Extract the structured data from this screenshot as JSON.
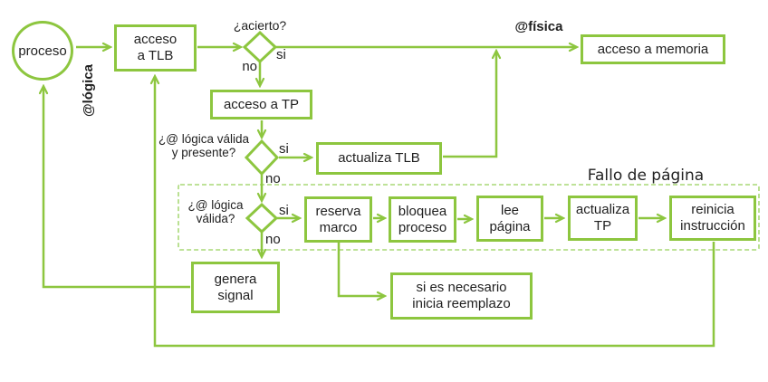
{
  "nodes": {
    "proceso": {
      "label": "proceso"
    },
    "acceso_tlb": {
      "lines": [
        "acceso",
        "a TLB"
      ]
    },
    "acceso_memoria": {
      "label": "acceso a memoria"
    },
    "acceso_tp": {
      "label": "acceso a TP"
    },
    "actualiza_tlb": {
      "label": "actualiza TLB"
    },
    "reserva_marco": {
      "lines": [
        "reserva",
        "marco"
      ]
    },
    "bloquea_proceso": {
      "lines": [
        "bloquea",
        "proceso"
      ]
    },
    "lee_pagina": {
      "lines": [
        "lee",
        "página"
      ]
    },
    "actualiza_tp": {
      "lines": [
        "actualiza",
        "TP"
      ]
    },
    "reinicia_instruccion": {
      "lines": [
        "reinicia",
        "instrucción"
      ]
    },
    "genera_signal": {
      "lines": [
        "genera",
        "signal"
      ]
    },
    "inicia_reemplazo": {
      "lines": [
        "si es necesario",
        "inicia reemplazo"
      ]
    }
  },
  "decisions": {
    "acierto": {
      "question": "¿acierto?",
      "yes": "si",
      "no": "no"
    },
    "valida_presente": {
      "lines": [
        "¿@ lógica válida",
        "y presente?"
      ],
      "yes": "si",
      "no": "no"
    },
    "valida": {
      "lines": [
        "¿@ lógica",
        "válida?"
      ],
      "yes": "si",
      "no": "no"
    }
  },
  "annotations": {
    "logica": "@lógica",
    "fisica": "@física",
    "fallo_pagina": "Fallo de página"
  },
  "colors": {
    "line_green": "#8dc63f",
    "dashed_green": "#a9d977",
    "text": "#1f1f1f"
  }
}
